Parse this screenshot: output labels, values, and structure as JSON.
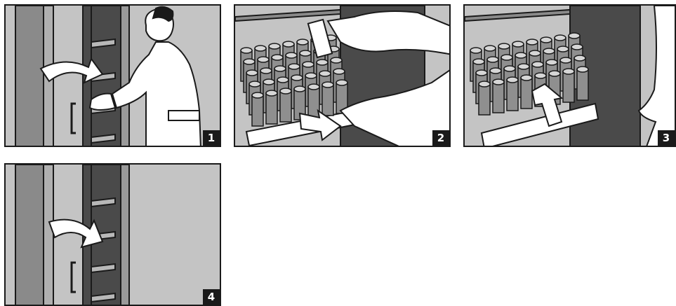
{
  "steps": [
    {
      "number": "1",
      "action": "open-door"
    },
    {
      "number": "2",
      "action": "remove-tube"
    },
    {
      "number": "3",
      "action": "slide-tray-in"
    },
    {
      "number": "4",
      "action": "close-door"
    }
  ],
  "colors": {
    "ink": "#1a1a1a",
    "panel_bg": "#c4c4c4",
    "door": "#8a8a8a",
    "frame_dark": "#4a4a4a",
    "white": "#ffffff",
    "tube": "#8f8f8f",
    "cap": "#d6d6d6"
  }
}
